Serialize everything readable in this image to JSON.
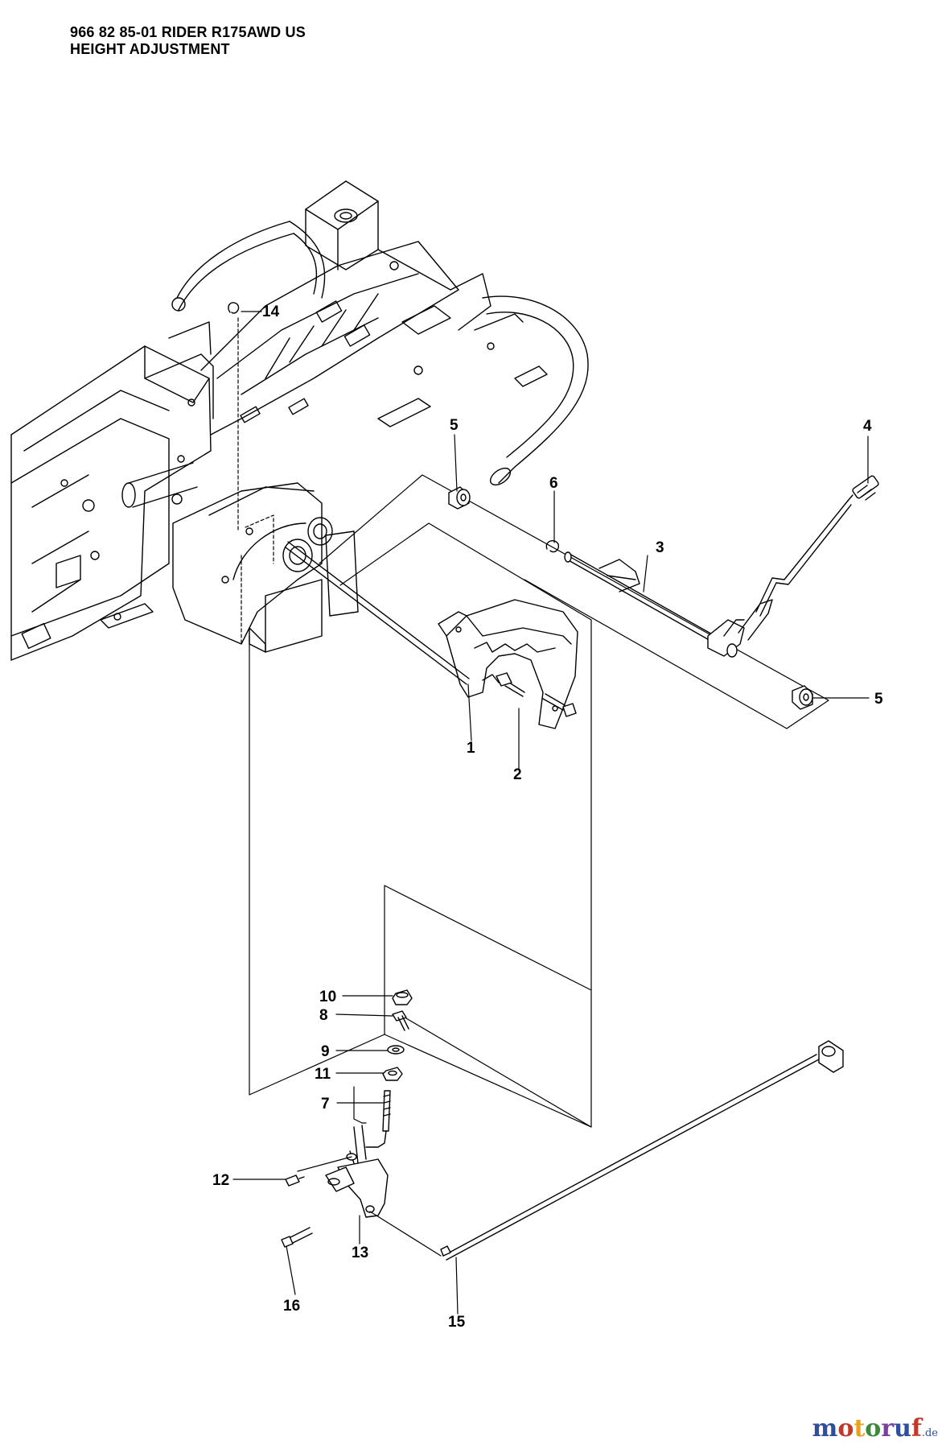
{
  "header": {
    "line1": "966 82 85-01 RIDER R175AWD US",
    "line2": "HEIGHT ADJUSTMENT"
  },
  "callouts": [
    "1",
    "2",
    "3",
    "4",
    "5",
    "5",
    "6",
    "7",
    "8",
    "9",
    "10",
    "11",
    "12",
    "13",
    "14",
    "15",
    "16"
  ],
  "watermark": {
    "brand": "motoruf",
    "suffix": ".de",
    "colors": [
      "#2d4f9e",
      "#c0392b",
      "#e8a317",
      "#3a8a3a",
      "#7a3fa0",
      "#2d4f9e",
      "#c0392b"
    ]
  },
  "colors": {
    "line": "#000000",
    "part_fill": "#ffffff",
    "shade": "#cfcfcf"
  }
}
